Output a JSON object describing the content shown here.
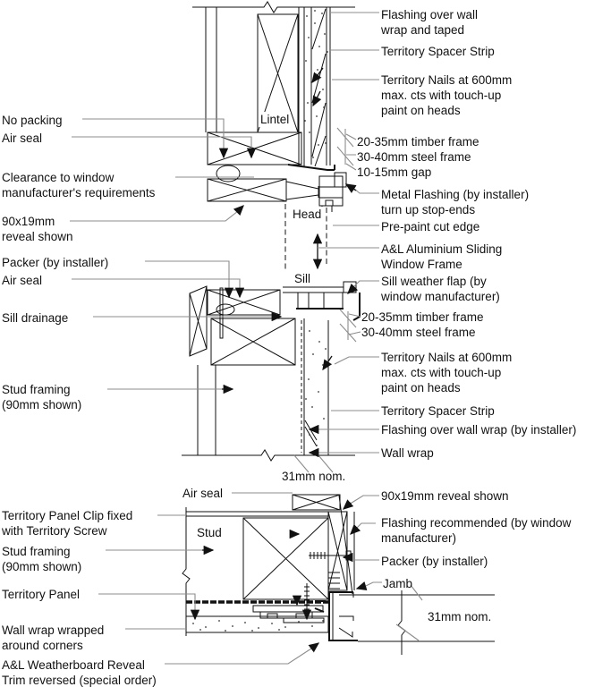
{
  "colors": {
    "line": "#111111",
    "leader": "#8c8c8c",
    "background": "#ffffff",
    "text": "#111111"
  },
  "left": [
    "No packing",
    "Air seal",
    "Clearance to window\nmanufacturer's requirements",
    "90x19mm\nreveal shown",
    "Packer (by installer)",
    "Air seal",
    "Sill drainage",
    "Stud framing\n(90mm shown)",
    "Territory Panel Clip fixed\nwith Territory Screw",
    "Stud framing\n(90mm shown)",
    "Territory Panel",
    "Wall wrap wrapped\naround corners",
    "A&L Weatherboard Reveal\nTrim reversed (special order)"
  ],
  "right": [
    "Flashing over wall\nwrap and taped",
    "Territory Spacer Strip",
    "Territory Nails at  600mm\nmax. cts with touch-up\npaint on heads",
    "20-35mm timber frame",
    "30-40mm steel frame",
    "10-15mm gap",
    "Metal Flashing (by installer)\nturn up stop-ends",
    "Pre-paint cut edge",
    "A&L Aluminium Sliding\nWindow Frame",
    "Sill weather flap (by\nwindow manufacturer)",
    "20-35mm timber frame",
    "30-40mm steel frame",
    "Territory Nails at  600mm\nmax. cts with touch-up\npaint on heads",
    "Territory Spacer Strip",
    "Flashing over wall wrap (by installer)",
    "Wall wrap",
    "90x19mm reveal shown",
    "Flashing recommended (by window\nmanufacturer)",
    "Packer (by installer)",
    "Jamb",
    "31mm nom."
  ],
  "drawing": [
    "Lintel",
    "Head",
    "Sill",
    "31mm nom.",
    "Air seal",
    "Stud"
  ]
}
